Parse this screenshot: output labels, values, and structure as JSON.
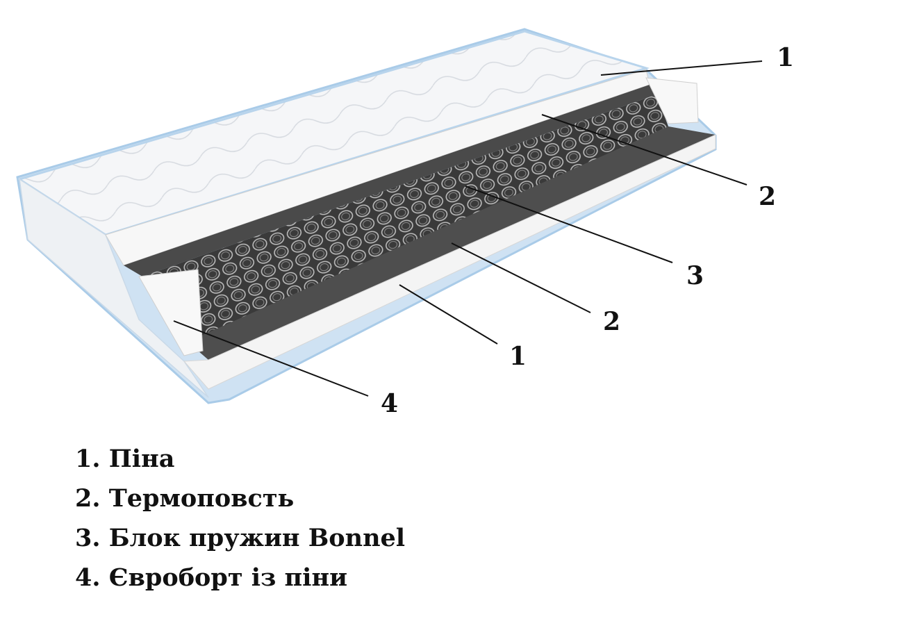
{
  "callouts": [
    "1",
    "2",
    "3",
    "2",
    "1",
    "4"
  ],
  "legend": [
    "1. Піна",
    "2. Термоповсть",
    "3. Блок пружин Bonnel",
    "4. Євроборт із піни"
  ],
  "colors": {
    "cover": "#f4f6f8",
    "edge": "#a9cbe8",
    "foam": "#f7f7f7",
    "felt": "#4a4a4a",
    "springs": "#2b2b2b",
    "line": "#111111"
  }
}
